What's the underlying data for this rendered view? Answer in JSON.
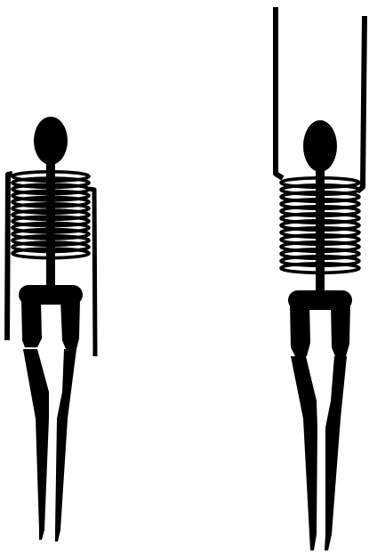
{
  "colors": {
    "background": "#ffffff",
    "ink": "#000000"
  },
  "figures": [
    {
      "pose": "arms-down",
      "rib_count": 13
    },
    {
      "pose": "arms-raised",
      "rib_count": 13
    }
  ]
}
